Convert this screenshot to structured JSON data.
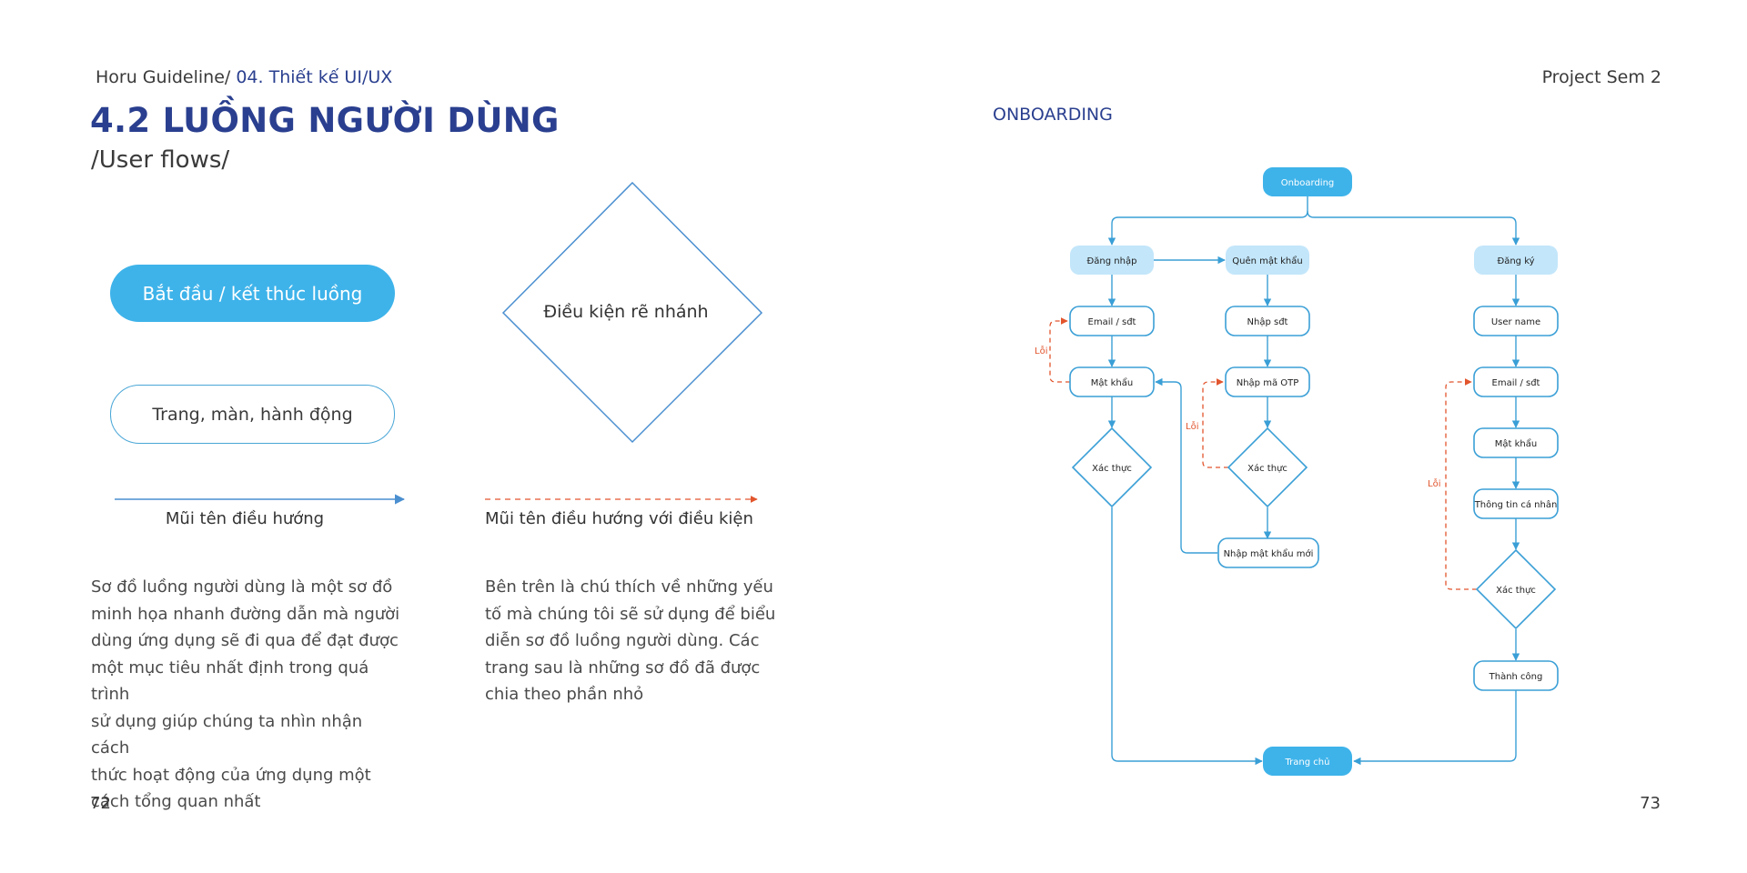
{
  "header": {
    "breadcrumb_root": "Horu Guideline/",
    "breadcrumb_section": " 04. Thiết kế UI/UX",
    "title": "4.2 LUỒNG NGƯỜI DÙNG",
    "subtitle": "/User flows/",
    "project": "Project Sem 2"
  },
  "legend": {
    "start_end": "Bắt đầu / kết thúc luồng",
    "page_action": "Trang, màn, hành động",
    "branch_condition": "Điều kiện rẽ nhánh",
    "nav_arrow": "Mũi tên điều hướng",
    "cond_arrow": "Mũi tên điều hướng với điều kiện"
  },
  "descriptions": {
    "left": [
      "Sơ đồ luồng người dùng là một sơ đồ",
      "minh họa nhanh đường dẫn mà người",
      "dùng ứng dụng sẽ đi qua để đạt được",
      "một mục tiêu nhất định trong quá trình",
      "sử dụng giúp chúng ta nhìn nhận cách",
      "thức hoạt động của ứng  dụng một",
      "cách tổng quan nhất"
    ],
    "right": [
      "Bên trên là chú thích về những yếu",
      "tố mà chúng tôi sẽ sử dụng để biểu",
      "diễn sơ đồ luồng người dùng. Các",
      "trang sau là những sơ đồ đã được",
      "chia theo phần nhỏ"
    ]
  },
  "flow": {
    "section": "ONBOARDING",
    "start": "Onboarding",
    "login": "Đăng nhập",
    "forgot": "Quên mật khẩu",
    "register": "Đăng ký",
    "login_email": "Email / sđt",
    "login_password": "Mật khẩu",
    "login_verify": "Xác thực",
    "forgot_phone": "Nhập sđt",
    "forgot_otp": "Nhập mã OTP",
    "forgot_verify": "Xác thực",
    "forgot_newpass": "Nhập mật khẩu mới",
    "reg_username": "User name",
    "reg_email": "Email / sđt",
    "reg_password": "Mật khẩu",
    "reg_info": "Thông tin cá nhân",
    "reg_verify": "Xác thực",
    "reg_success": "Thành công",
    "home": "Trang chủ",
    "error": "Lỗi"
  },
  "pages": {
    "left": "72",
    "right": "73"
  },
  "colors": {
    "title": "#2a3f8f",
    "accent": "#3eb3ea",
    "light_node": "#c3e6fa",
    "line": "#4aa7d7",
    "error": "#e2552d"
  }
}
